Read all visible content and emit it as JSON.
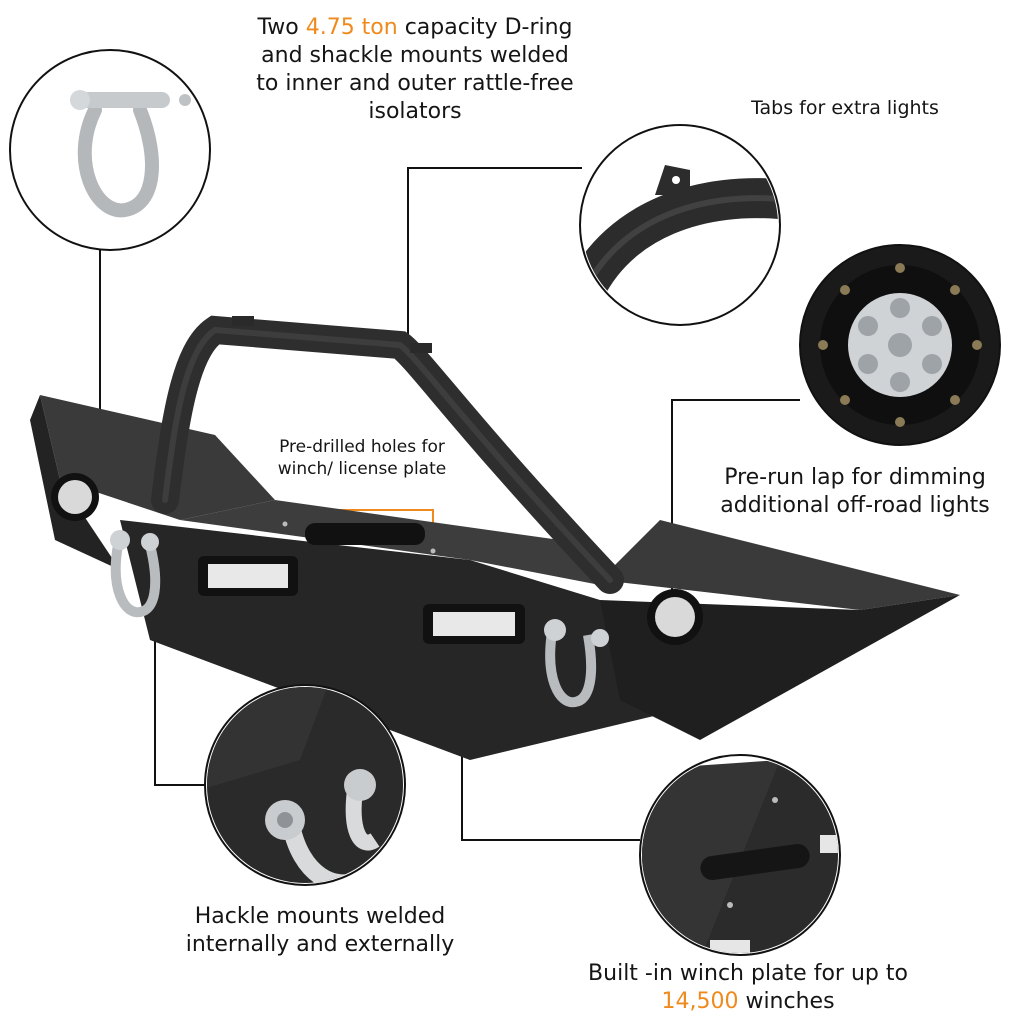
{
  "callouts": {
    "d_ring": {
      "line1_before": "Two ",
      "line1_highlight": "4.75 ton",
      "line1_after": " capacity D-ring",
      "line2": "and shackle mounts welded",
      "line3": "to inner and outer rattle-free",
      "line4": "isolators"
    },
    "tabs": {
      "text": "Tabs for extra lights"
    },
    "prerun": {
      "line1": "Pre-run lap for dimming",
      "line2": "additional off-road lights"
    },
    "holes": {
      "line1": "Pre-drilled holes for",
      "line2": "winch/ license plate"
    },
    "hackle": {
      "line1": "Hackle mounts welded",
      "line2": "internally and externally"
    },
    "winch": {
      "line1": "Built -in winch plate for up to",
      "line2_highlight": "14,500",
      "line2_after": " winches"
    }
  },
  "colors": {
    "highlight": "#f08a1c",
    "bumper": "#2b2b2b",
    "leader_line": "#111111"
  }
}
